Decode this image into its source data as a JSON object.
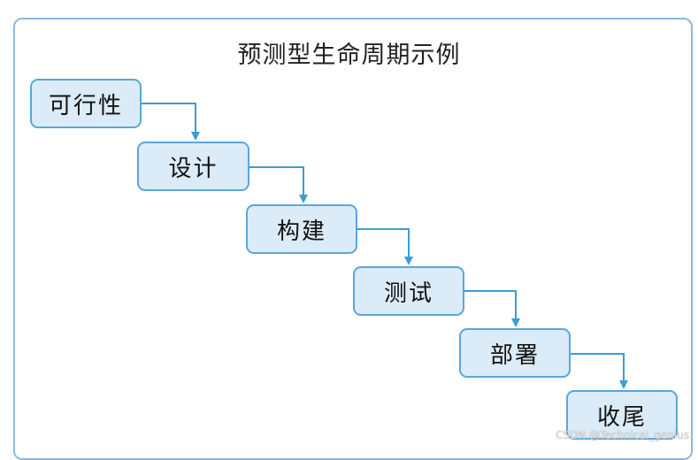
{
  "diagram": {
    "title": "预测型生命周期示例",
    "stages": [
      "可行性",
      "设计",
      "构建",
      "测试",
      "部署",
      "收尾"
    ],
    "colors": {
      "frame": "#8fb8e0",
      "box_fill": "#dcebf8",
      "box_border": "#5aa6db",
      "arrow": "#3d9bd6"
    }
  },
  "watermark": "CSDN @Technical_genius"
}
